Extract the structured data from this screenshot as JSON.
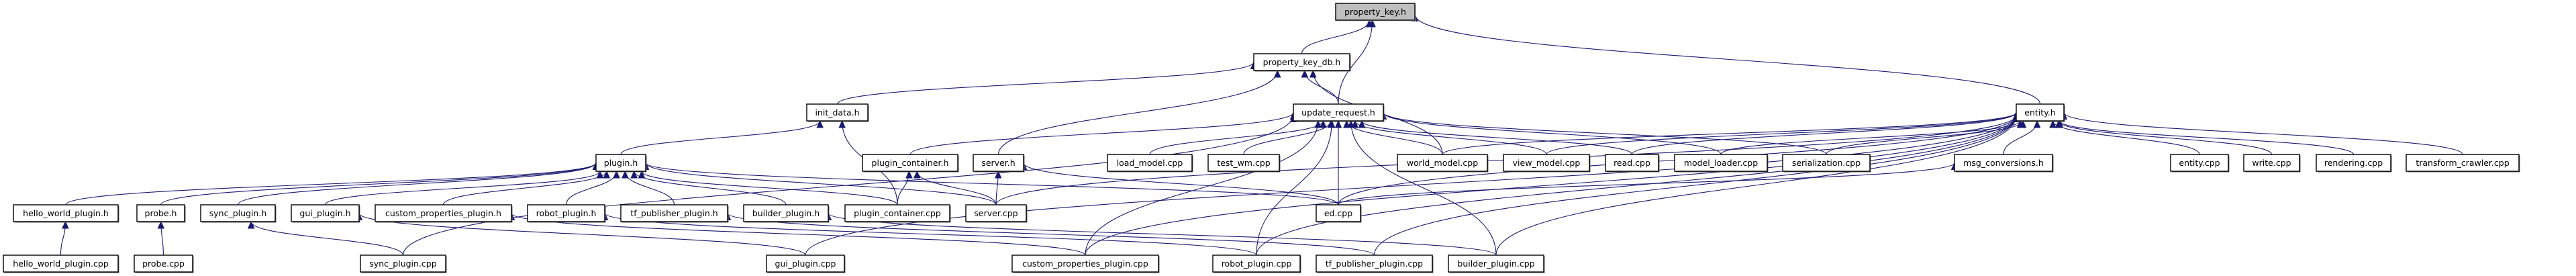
{
  "graph": {
    "title": "property_key.h include dependency graph",
    "root": "property_key.h",
    "colors": {
      "edge": "#191970",
      "root_fill": "#bfbfbf",
      "node_fill": "#ffffff",
      "node_border": "#000000"
    },
    "nodes": [
      {
        "id": "property_key.h",
        "label": "property_key.h",
        "root": true
      },
      {
        "id": "property_key_db.h",
        "label": "property_key_db.h"
      },
      {
        "id": "init_data.h",
        "label": "init_data.h"
      },
      {
        "id": "update_request.h",
        "label": "update_request.h"
      },
      {
        "id": "entity.h",
        "label": "entity.h"
      },
      {
        "id": "plugin.h",
        "label": "plugin.h"
      },
      {
        "id": "plugin_container.h",
        "label": "plugin_container.h"
      },
      {
        "id": "server.h",
        "label": "server.h"
      },
      {
        "id": "load_model.cpp",
        "label": "load_model.cpp"
      },
      {
        "id": "test_wm.cpp",
        "label": "test_wm.cpp"
      },
      {
        "id": "world_model.cpp",
        "label": "world_model.cpp"
      },
      {
        "id": "view_model.cpp",
        "label": "view_model.cpp"
      },
      {
        "id": "read.cpp",
        "label": "read.cpp"
      },
      {
        "id": "model_loader.cpp",
        "label": "model_loader.cpp"
      },
      {
        "id": "serialization.cpp",
        "label": "serialization.cpp"
      },
      {
        "id": "msg_conversions.h",
        "label": "msg_conversions.h"
      },
      {
        "id": "entity.cpp",
        "label": "entity.cpp"
      },
      {
        "id": "write.cpp",
        "label": "write.cpp"
      },
      {
        "id": "rendering.cpp",
        "label": "rendering.cpp"
      },
      {
        "id": "transform_crawler.cpp",
        "label": "transform_crawler.cpp"
      },
      {
        "id": "hello_world_plugin.h",
        "label": "hello_world_plugin.h"
      },
      {
        "id": "probe.h",
        "label": "probe.h"
      },
      {
        "id": "sync_plugin.h",
        "label": "sync_plugin.h"
      },
      {
        "id": "gui_plugin.h",
        "label": "gui_plugin.h"
      },
      {
        "id": "custom_properties_plugin.h",
        "label": "custom_properties_plugin.h"
      },
      {
        "id": "robot_plugin.h",
        "label": "robot_plugin.h"
      },
      {
        "id": "tf_publisher_plugin.h",
        "label": "tf_publisher_plugin.h"
      },
      {
        "id": "builder_plugin.h",
        "label": "builder_plugin.h"
      },
      {
        "id": "plugin_container.cpp",
        "label": "plugin_container.cpp"
      },
      {
        "id": "server.cpp",
        "label": "server.cpp"
      },
      {
        "id": "ed.cpp",
        "label": "ed.cpp"
      },
      {
        "id": "hello_world_plugin.cpp",
        "label": "hello_world_plugin.cpp"
      },
      {
        "id": "probe.cpp",
        "label": "probe.cpp"
      },
      {
        "id": "sync_plugin.cpp",
        "label": "sync_plugin.cpp"
      },
      {
        "id": "gui_plugin.cpp",
        "label": "gui_plugin.cpp"
      },
      {
        "id": "custom_properties_plugin.cpp",
        "label": "custom_properties_plugin.cpp"
      },
      {
        "id": "robot_plugin.cpp",
        "label": "robot_plugin.cpp"
      },
      {
        "id": "tf_publisher_plugin.cpp",
        "label": "tf_publisher_plugin.cpp"
      },
      {
        "id": "builder_plugin.cpp",
        "label": "builder_plugin.cpp"
      }
    ],
    "edges": [
      {
        "from": "property_key_db.h",
        "to": "property_key.h"
      },
      {
        "from": "update_request.h",
        "to": "property_key.h"
      },
      {
        "from": "entity.h",
        "to": "property_key.h"
      },
      {
        "from": "init_data.h",
        "to": "property_key_db.h"
      },
      {
        "from": "server.h",
        "to": "property_key_db.h"
      },
      {
        "from": "update_request.h",
        "to": "property_key_db.h"
      },
      {
        "from": "world_model.cpp",
        "to": "property_key_db.h"
      },
      {
        "from": "plugin.h",
        "to": "init_data.h"
      },
      {
        "from": "plugin_container.cpp",
        "to": "init_data.h"
      },
      {
        "from": "plugin_container.h",
        "to": "update_request.h"
      },
      {
        "from": "load_model.cpp",
        "to": "update_request.h"
      },
      {
        "from": "test_wm.cpp",
        "to": "update_request.h"
      },
      {
        "from": "world_model.cpp",
        "to": "update_request.h"
      },
      {
        "from": "view_model.cpp",
        "to": "update_request.h"
      },
      {
        "from": "read.cpp",
        "to": "update_request.h"
      },
      {
        "from": "model_loader.cpp",
        "to": "update_request.h"
      },
      {
        "from": "serialization.cpp",
        "to": "update_request.h"
      },
      {
        "from": "ed.cpp",
        "to": "update_request.h"
      },
      {
        "from": "sync_plugin.cpp",
        "to": "update_request.h"
      },
      {
        "from": "custom_properties_plugin.cpp",
        "to": "update_request.h"
      },
      {
        "from": "robot_plugin.cpp",
        "to": "update_request.h"
      },
      {
        "from": "builder_plugin.cpp",
        "to": "update_request.h"
      },
      {
        "from": "world_model.cpp",
        "to": "entity.h"
      },
      {
        "from": "view_model.cpp",
        "to": "entity.h"
      },
      {
        "from": "read.cpp",
        "to": "entity.h"
      },
      {
        "from": "model_loader.cpp",
        "to": "entity.h"
      },
      {
        "from": "serialization.cpp",
        "to": "entity.h"
      },
      {
        "from": "msg_conversions.h",
        "to": "entity.h"
      },
      {
        "from": "entity.cpp",
        "to": "entity.h"
      },
      {
        "from": "write.cpp",
        "to": "entity.h"
      },
      {
        "from": "rendering.cpp",
        "to": "entity.h"
      },
      {
        "from": "transform_crawler.cpp",
        "to": "entity.h"
      },
      {
        "from": "ed.cpp",
        "to": "entity.h"
      },
      {
        "from": "server.cpp",
        "to": "entity.h"
      },
      {
        "from": "gui_plugin.cpp",
        "to": "entity.h"
      },
      {
        "from": "custom_properties_plugin.cpp",
        "to": "entity.h"
      },
      {
        "from": "robot_plugin.cpp",
        "to": "entity.h"
      },
      {
        "from": "tf_publisher_plugin.cpp",
        "to": "entity.h"
      },
      {
        "from": "builder_plugin.cpp",
        "to": "entity.h"
      },
      {
        "from": "ed.cpp",
        "to": "msg_conversions.h"
      },
      {
        "from": "hello_world_plugin.h",
        "to": "plugin.h"
      },
      {
        "from": "probe.h",
        "to": "plugin.h"
      },
      {
        "from": "sync_plugin.h",
        "to": "plugin.h"
      },
      {
        "from": "gui_plugin.h",
        "to": "plugin.h"
      },
      {
        "from": "custom_properties_plugin.h",
        "to": "plugin.h"
      },
      {
        "from": "robot_plugin.h",
        "to": "plugin.h"
      },
      {
        "from": "tf_publisher_plugin.h",
        "to": "plugin.h"
      },
      {
        "from": "builder_plugin.h",
        "to": "plugin.h"
      },
      {
        "from": "plugin_container.cpp",
        "to": "plugin.h"
      },
      {
        "from": "server.cpp",
        "to": "plugin.h"
      },
      {
        "from": "ed.cpp",
        "to": "plugin.h"
      },
      {
        "from": "plugin_container.cpp",
        "to": "plugin_container.h"
      },
      {
        "from": "server.cpp",
        "to": "plugin_container.h"
      },
      {
        "from": "server.cpp",
        "to": "server.h"
      },
      {
        "from": "ed.cpp",
        "to": "server.h"
      },
      {
        "from": "hello_world_plugin.cpp",
        "to": "hello_world_plugin.h"
      },
      {
        "from": "probe.cpp",
        "to": "probe.h"
      },
      {
        "from": "sync_plugin.cpp",
        "to": "sync_plugin.h"
      },
      {
        "from": "gui_plugin.cpp",
        "to": "gui_plugin.h"
      },
      {
        "from": "custom_properties_plugin.cpp",
        "to": "custom_properties_plugin.h"
      },
      {
        "from": "robot_plugin.cpp",
        "to": "robot_plugin.h"
      },
      {
        "from": "tf_publisher_plugin.cpp",
        "to": "tf_publisher_plugin.h"
      },
      {
        "from": "builder_plugin.cpp",
        "to": "builder_plugin.h"
      }
    ]
  }
}
